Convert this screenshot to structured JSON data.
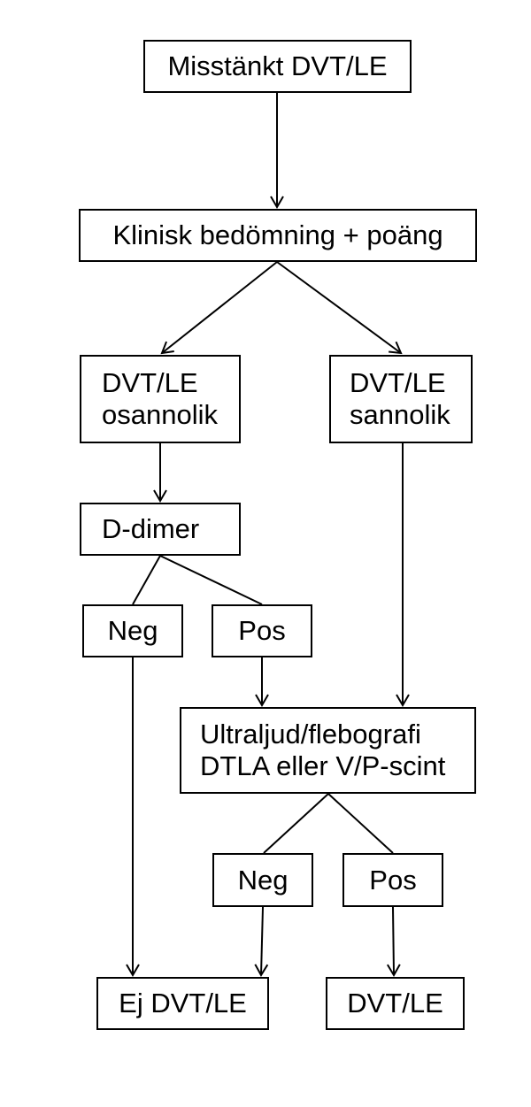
{
  "flowchart": {
    "nodes": {
      "suspected": {
        "lines": [
          "Misstänkt DVT/LE"
        ]
      },
      "clinical": {
        "lines": [
          "Klinisk bedömning + poäng"
        ]
      },
      "unlikely": {
        "lines": [
          "DVT/LE",
          "osannolik"
        ]
      },
      "likely": {
        "lines": [
          "DVT/LE",
          "sannolik"
        ]
      },
      "ddimer": {
        "lines": [
          "D-dimer"
        ]
      },
      "ddimer_neg": {
        "lines": [
          "Neg"
        ]
      },
      "ddimer_pos": {
        "lines": [
          "Pos"
        ]
      },
      "imaging": {
        "lines": [
          "Ultraljud/flebografi",
          "DTLA eller V/P-scint"
        ]
      },
      "imaging_neg": {
        "lines": [
          "Neg"
        ]
      },
      "imaging_pos": {
        "lines": [
          "Pos"
        ]
      },
      "no_dvt": {
        "lines": [
          "Ej DVT/LE"
        ]
      },
      "dvt": {
        "lines": [
          "DVT/LE"
        ]
      }
    }
  }
}
